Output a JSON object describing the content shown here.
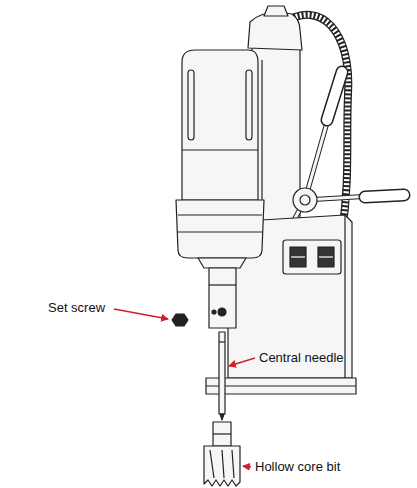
{
  "diagram": {
    "labels": [
      "Set screw",
      "Central needle",
      "Hollow core bit"
    ]
  }
}
